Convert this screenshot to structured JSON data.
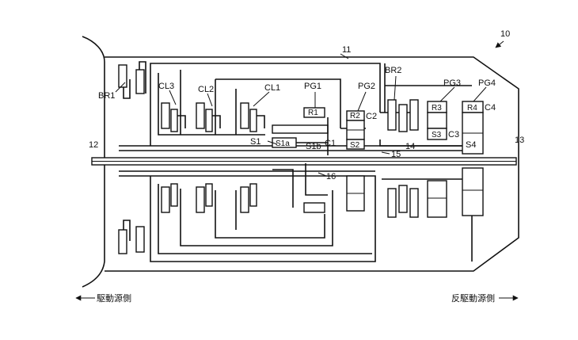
{
  "labels": {
    "fig_number": "10",
    "br1": "BR1",
    "br2": "BR2",
    "cl1": "CL1",
    "cl2": "CL2",
    "cl3": "CL3",
    "pg1": "PG1",
    "pg2": "PG2",
    "pg3": "PG3",
    "pg4": "PG4",
    "r1": "R1",
    "r2": "R2",
    "r3": "R3",
    "r4": "R4",
    "s1": "S1",
    "s1a": "S1a",
    "s1b": "S1b",
    "s2": "S2",
    "s3": "S3",
    "s4": "S4",
    "c1": "C1",
    "c2": "C2",
    "c3": "C3",
    "c4": "C4",
    "n11": "11",
    "n12": "12",
    "n13": "13",
    "n14": "14",
    "n15": "15",
    "n16": "16"
  },
  "footer": {
    "left_label": "駆動源側",
    "right_label": "反駆動源側"
  }
}
